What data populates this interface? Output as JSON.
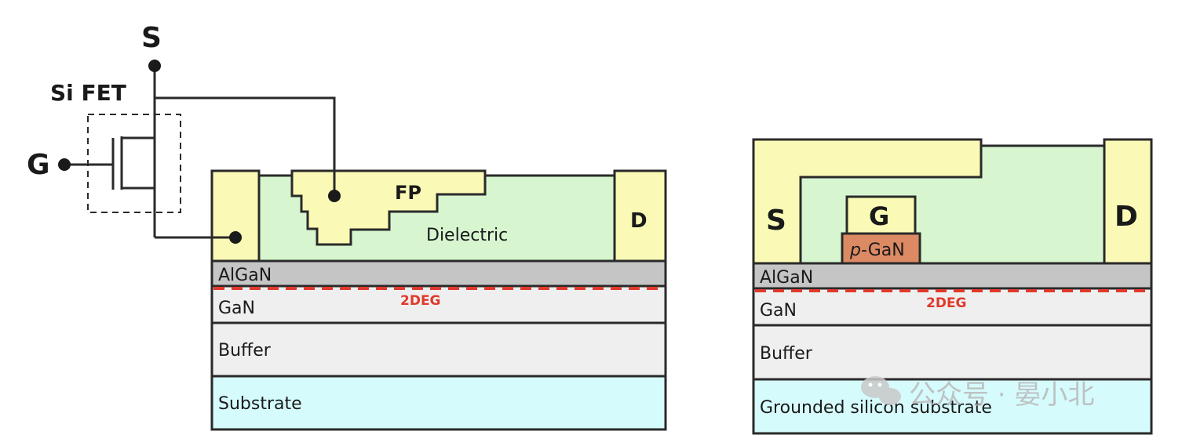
{
  "left_diagram": {
    "terminal_source": "S",
    "terminal_gate": "G",
    "fet_label": "Si FET",
    "field_plate": "FP",
    "dielectric": "Dielectric",
    "drain": "D",
    "layers": {
      "algan": "AlGaN",
      "twodeg": "2DEG",
      "gan": "GaN",
      "buffer": "Buffer",
      "substrate": "Substrate"
    }
  },
  "right_diagram": {
    "source": "S",
    "gate": "G",
    "p_gan_italic": "p",
    "p_gan_rest": "-GaN",
    "drain": "D",
    "layers": {
      "algan": "AlGaN",
      "twodeg": "2DEG",
      "gan": "GaN",
      "buffer": "Buffer",
      "substrate": "Grounded silicon substrate"
    }
  },
  "watermark": {
    "text": "公众号 · 晏小北"
  },
  "colors": {
    "metal": "#fafab6",
    "dielectric": "#d7f6d0",
    "algan": "#c5c5c5",
    "gan_buffer": "#efefef",
    "substrate": "#d6fbfc",
    "p_gan": "#dc8a64",
    "twodeg_line": "#e03a2c",
    "stroke": "#2a2a2a"
  }
}
